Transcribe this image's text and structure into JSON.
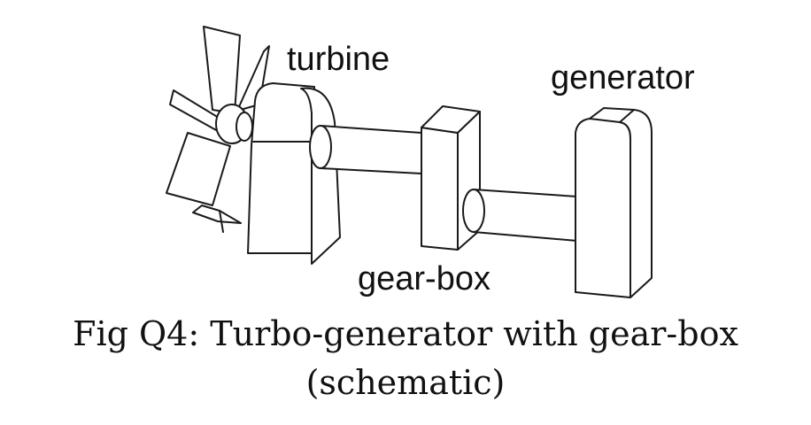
{
  "labels": {
    "turbine": "turbine",
    "generator": "generator",
    "gearbox": "gear-box"
  },
  "caption": {
    "line1": "Fig Q4: Turbo-generator with gear-box",
    "line2": "(schematic)"
  }
}
